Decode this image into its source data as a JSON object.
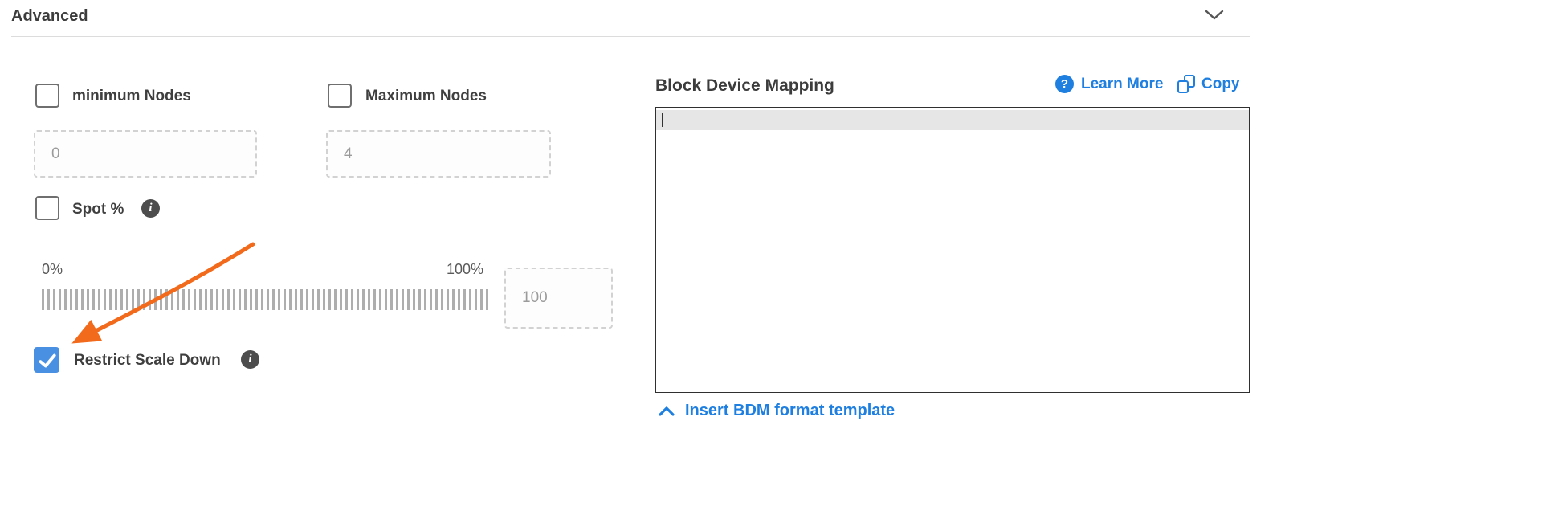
{
  "header": {
    "title": "Advanced",
    "collapse_icon": "chevron-down"
  },
  "form": {
    "min_nodes": {
      "label": "minimum Nodes",
      "checked": false,
      "value": "0"
    },
    "max_nodes": {
      "label": "Maximum Nodes",
      "checked": false,
      "value": "4"
    },
    "spot": {
      "label": "Spot %",
      "checked": false,
      "info_glyph": "i"
    },
    "spot_slider": {
      "min_label": "0%",
      "max_label": "100%",
      "value": "100"
    },
    "restrict_scale_down": {
      "label": "Restrict Scale Down",
      "checked": true,
      "info_glyph": "i"
    }
  },
  "bdm": {
    "title": "Block Device Mapping",
    "learn_more_label": "Learn More",
    "learn_more_glyph": "?",
    "copy_label": "Copy",
    "editor_value": "",
    "insert_template_label": "Insert BDM format template"
  },
  "colors": {
    "link_blue": "#1e7fe0",
    "checkbox_checked_blue": "#4a90e2",
    "arrow_orange": "#f26a1b",
    "info_icon_bg": "#4d4d4d"
  }
}
